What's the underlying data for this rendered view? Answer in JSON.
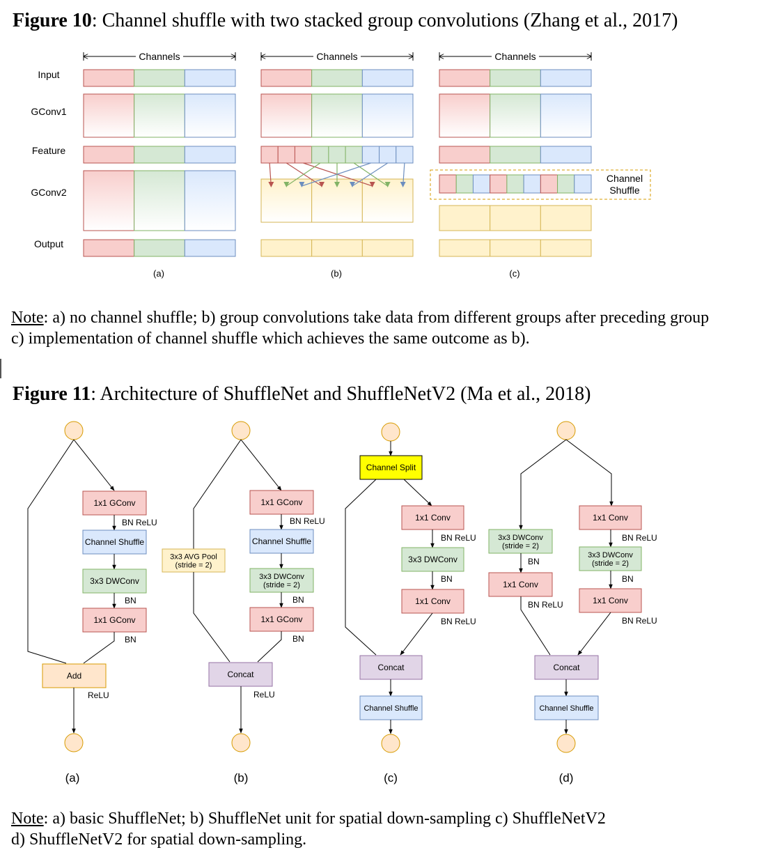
{
  "figure10": {
    "title_bold": "Figure 10",
    "title_rest": ": Channel shuffle with two stacked group convolutions (Zhang et al., 2017)",
    "channels_label": "Channels",
    "row_labels": [
      "Input",
      "GConv1",
      "Feature",
      "GConv2",
      "Output"
    ],
    "channel_shuffle_label": [
      "Channel",
      "Shuffle"
    ],
    "panel_labels": [
      "(a)",
      "(b)",
      "(c)"
    ],
    "note_label": "Note",
    "note_text": ": a) no channel shuffle; b) group convolutions take data from different groups after preceding group\nc) implementation of channel shuffle which achieves the same outcome as b).",
    "colors": {
      "red_fill": "#f8cecc",
      "red_stroke": "#b85450",
      "green_fill": "#d5e8d4",
      "green_stroke": "#82b366",
      "blue_fill": "#dae8fc",
      "blue_stroke": "#6c8ebf",
      "yellow_fill": "#fff2cc",
      "yellow_stroke": "#d6b656",
      "orange_dash": "#d79b00"
    }
  },
  "figure11": {
    "title_bold": "Figure 11",
    "title_rest": ": Architecture of ShuffleNet and ShuffleNetV2 (Ma et al., 2018)",
    "panel_a": {
      "box1": "1x1 GConv",
      "ann1": "BN ReLU",
      "box2": "Channel Shuffle",
      "box3": "3x3 DWConv",
      "ann3": "BN",
      "box4": "1x1 GConv",
      "ann4": "BN",
      "merge": "Add",
      "merge_ann": "ReLU"
    },
    "panel_b": {
      "side": [
        "3x3 AVG Pool",
        "(stride = 2)"
      ],
      "box1": "1x1 GConv",
      "ann1": "BN ReLU",
      "box2": "Channel Shuffle",
      "box3": [
        "3x3 DWConv",
        "(stride = 2)"
      ],
      "ann3": "BN",
      "box4": "1x1 GConv",
      "ann4": "BN",
      "merge": "Concat",
      "merge_ann": "ReLU"
    },
    "panel_c": {
      "split": "Channel Split",
      "box1": "1x1 Conv",
      "ann1": "BN ReLU",
      "box2": "3x3 DWConv",
      "ann2": "BN",
      "box3": "1x1 Conv",
      "ann3": "BN ReLU",
      "merge": "Concat",
      "shuffle": "Channel Shuffle"
    },
    "panel_d": {
      "left1": [
        "3x3 DWConv",
        "(stride = 2)"
      ],
      "left_ann1": "BN",
      "left2": "1x1 Conv",
      "left_ann2": "BN ReLU",
      "right1": "1x1 Conv",
      "right_ann1": "BN ReLU",
      "right2": [
        "3x3 DWConv",
        "(stride = 2)"
      ],
      "right_ann2": "BN",
      "right3": "1x1 Conv",
      "right_ann3": "BN ReLU",
      "merge": "Concat",
      "shuffle": "Channel Shuffle"
    },
    "panel_labels": [
      "(a)",
      "(b)",
      "(c)",
      "(d)"
    ],
    "note_label": "Note",
    "note_text": ": a) basic ShuffleNet; b) ShuffleNet unit for spatial down-sampling c) ShuffleNetV2\nd) ShuffleNetV2 for spatial down-sampling.",
    "colors": {
      "node_fill": "#ffe6cc",
      "node_stroke": "#d79b00",
      "add_fill": "#ffe6cc",
      "conv_fill": "#f8cecc",
      "conv_stroke": "#b85450",
      "shuffle_fill": "#dae8fc",
      "shuffle_stroke": "#6c8ebf",
      "dw_fill": "#d5e8d4",
      "dw_stroke": "#82b366",
      "pool_fill": "#fff2cc",
      "pool_stroke": "#d6b656",
      "concat_fill": "#e1d5e7",
      "concat_stroke": "#9673a6",
      "split_fill": "#ffff00",
      "split_stroke": "#000000"
    }
  }
}
